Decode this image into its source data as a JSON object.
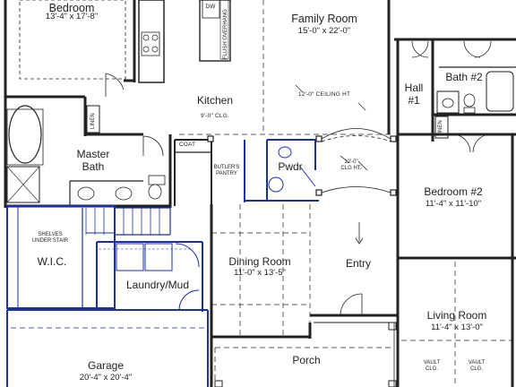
{
  "rooms": {
    "master_bedroom": {
      "name": "Master\nBedroom",
      "dims": "13'-4\" x 17'-8\""
    },
    "family_room": {
      "name": "Family Room",
      "dims": "15'-0\" x 22'-0\""
    },
    "bath2": {
      "name": "Bath #2"
    },
    "hall1": {
      "name": "Hall\n#1"
    },
    "kitchen": {
      "name": "Kitchen",
      "note": "9'-0\" CLG."
    },
    "master_bath": {
      "name": "Master\nBath"
    },
    "pwdr": {
      "name": "Pwdr"
    },
    "bedroom2": {
      "name": "Bedroom #2",
      "dims": "11'-4\" x 11'-10\""
    },
    "wic": {
      "name": "W.I.C."
    },
    "dining": {
      "name": "Dining Room",
      "dims": "11'-0\" x 13'-5\""
    },
    "entry": {
      "name": "Entry"
    },
    "laundry": {
      "name": "Laundry/Mud"
    },
    "living": {
      "name": "Living Room",
      "dims": "11'-4\" x 13'-0\""
    },
    "garage": {
      "name": "Garage",
      "dims": "20'-4\" x 20'-4\""
    },
    "porch": {
      "name": "Porch"
    }
  },
  "notes": {
    "dw": "DW",
    "flush_overhang": "FLUSH OVERHANG",
    "ceiling_family": "12'-0\" CEILING HT",
    "linen1": "LINEN",
    "linen2": "LINEN",
    "coat": "COAT",
    "butlers_pantry": "BUTLER'S\nPANTRY",
    "clg_entry": "12'-0\"\nCLG HT.",
    "shelves": "SHELVES\nUNDER STAIR",
    "vault1": "VAULT\nCLG.",
    "vault2": "VAULT\nCLG."
  }
}
